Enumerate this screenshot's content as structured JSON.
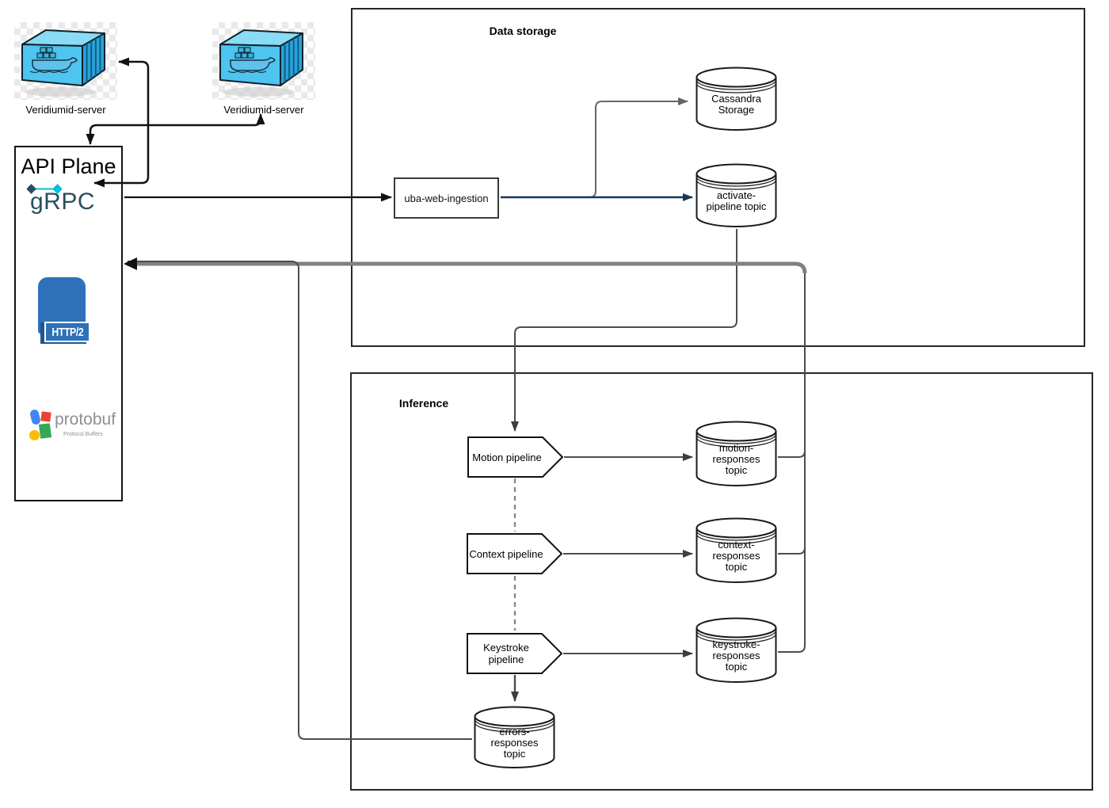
{
  "diagram": {
    "docker": {
      "left_label": "Veridiumid-server",
      "right_label": "Veridiumid-server"
    },
    "api_plane": {
      "title": "API Plane",
      "grpc_label": "gRPC",
      "http2_label": "HTTP/2",
      "protobuf_label": "protobuf",
      "protobuf_sublabel": "Protocol Buffers"
    },
    "data_storage": {
      "title": "Data storage",
      "cassandra_label": "Cassandra\nStorage",
      "activate_topic_label": "activate-\npipeline topic"
    },
    "ingestion": {
      "label": "uba-web-ingestion"
    },
    "inference": {
      "title": "Inference",
      "motion_pipeline_label": "Motion pipeline",
      "context_pipeline_label": "Context pipeline",
      "keystroke_pipeline_label": "Keystroke pipeline",
      "motion_topic_label": "motion-\nresponses\ntopic",
      "context_topic_label": "context-\nresponses\ntopic",
      "keystroke_topic_label": "keystroke-\nresponses\ntopic",
      "errors_topic_label": "errors-\nresponses\ntopic"
    },
    "colors": {
      "edge_black": "#111111",
      "edge_dark_gray": "#3d3d3d",
      "edge_gray": "#666666",
      "edge_thick_gray": "#808080",
      "edge_navy": "#17365d",
      "docker_blue_front": "#4ec4f0",
      "docker_blue_side": "#29a3d9",
      "docker_blue_top": "#8adbf5",
      "http2_blue": "#2d72b8",
      "grpc_teal": "#2a4e60",
      "grpc_cyan": "#00bfd6",
      "protobuf_blue": "#4285f4",
      "protobuf_red": "#ea4335",
      "protobuf_green": "#34a853",
      "protobuf_yellow": "#fbbc05"
    }
  }
}
